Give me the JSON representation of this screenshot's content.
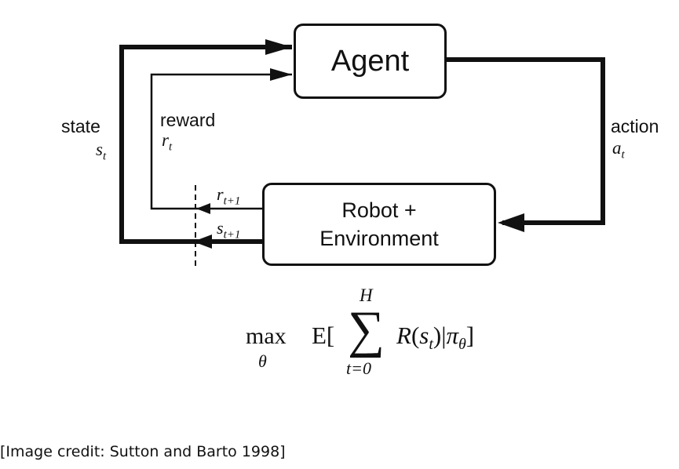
{
  "diagram": {
    "agent": "Agent",
    "environment": {
      "line1": "Robot +",
      "line2": "Environment"
    },
    "state": {
      "word": "state",
      "symbol": "s",
      "subscript": "t"
    },
    "reward": {
      "word": "reward",
      "symbol": "r",
      "subscript": "t"
    },
    "action": {
      "word": "action",
      "symbol": "a",
      "subscript": "t"
    },
    "next_reward": {
      "symbol": "r",
      "subscript": "t+1"
    },
    "next_state": {
      "symbol": "s",
      "subscript": "t+1"
    }
  },
  "equation": {
    "operator": "max",
    "operator_subscript": "θ",
    "expectation": "E[",
    "sum_symbol": "∑",
    "sum_upper": "H",
    "sum_lower": "t=0",
    "body_func": "R",
    "body_open": "(",
    "body_var": "s",
    "body_var_sub": "t",
    "body_close": ")|",
    "policy": "π",
    "policy_sub": "θ",
    "close": "]"
  },
  "credit": "[Image credit: Sutton and Barto 1998]",
  "colors": {
    "line": "#111111",
    "background": "#ffffff"
  }
}
